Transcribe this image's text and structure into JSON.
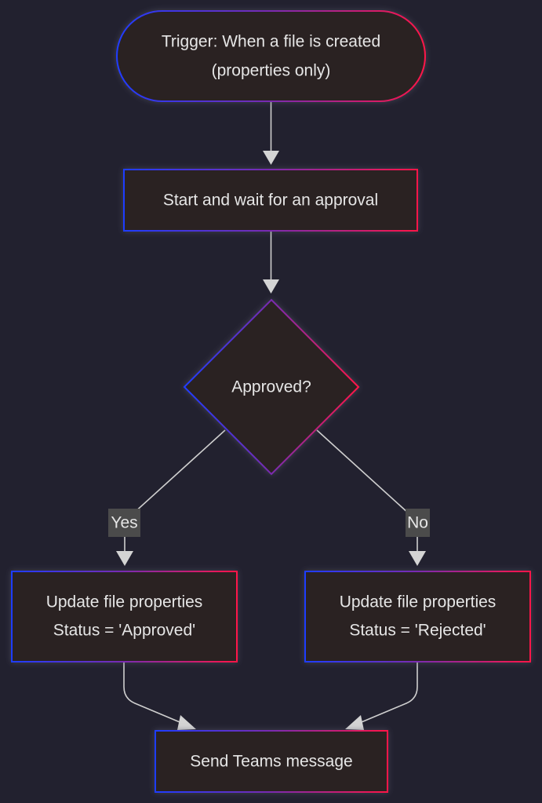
{
  "diagram": {
    "type": "flowchart",
    "colors": {
      "background": "#22212f",
      "node_fill": "#2a2021",
      "border_gradient_start": "#1f3cff",
      "border_gradient_mid": "#7a2bb0",
      "border_gradient_end": "#ff1548",
      "text": "#e6e6e6",
      "edge": "#cfcfcf",
      "edge_label_bg": "#4b4b4b"
    },
    "nodes": {
      "trigger": {
        "shape": "stadium",
        "lines": [
          "Trigger: When a file is created",
          "(properties only)"
        ]
      },
      "approval": {
        "shape": "rect",
        "lines": [
          "Start and wait for an approval"
        ]
      },
      "decision": {
        "shape": "diamond",
        "lines": [
          "Approved?"
        ]
      },
      "update_approved": {
        "shape": "rect",
        "lines": [
          "Update file properties",
          "Status = 'Approved'"
        ]
      },
      "update_rejected": {
        "shape": "rect",
        "lines": [
          "Update file properties",
          "Status = 'Rejected'"
        ]
      },
      "teams": {
        "shape": "rect",
        "lines": [
          "Send Teams message"
        ]
      }
    },
    "edges": [
      {
        "from": "trigger",
        "to": "approval",
        "label": ""
      },
      {
        "from": "approval",
        "to": "decision",
        "label": ""
      },
      {
        "from": "decision",
        "to": "update_approved",
        "label": "Yes"
      },
      {
        "from": "decision",
        "to": "update_rejected",
        "label": "No"
      },
      {
        "from": "update_approved",
        "to": "teams",
        "label": ""
      },
      {
        "from": "update_rejected",
        "to": "teams",
        "label": ""
      }
    ]
  }
}
